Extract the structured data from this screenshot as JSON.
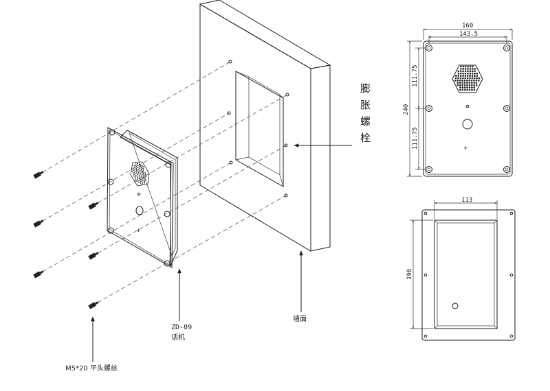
{
  "labels": {
    "anchor_bolt": [
      "膨",
      "胀",
      "螺",
      "栓"
    ],
    "device_model": "ZD-09",
    "device_name": "话机",
    "wall": "墙面",
    "screw": "M5*20 平头螺丝"
  },
  "dimensions": {
    "overall_width": "160",
    "hole_spacing": "143.5",
    "overall_height": "240",
    "upper_half": "111.75",
    "lower_half": "111.75",
    "cutout_width": "113",
    "cutout_height": "196"
  }
}
